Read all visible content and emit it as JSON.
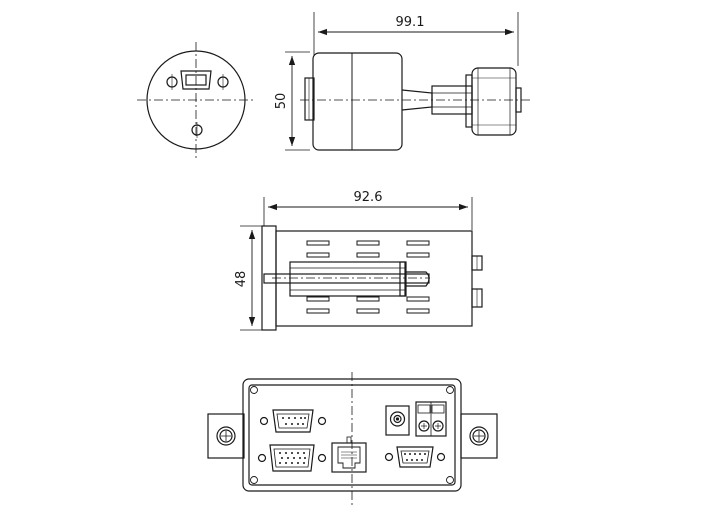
{
  "dimensions": {
    "top_width": "99.1",
    "top_height": "50",
    "side_width": "92.6",
    "side_height": "48"
  },
  "colors": {
    "line": "#1a1a1a",
    "background": "#ffffff"
  },
  "icons": [
    "db9-connector-icon",
    "db15-connector-icon",
    "rj45-jack-icon",
    "dc-jack-icon",
    "terminal-block-icon",
    "screw-icon"
  ]
}
